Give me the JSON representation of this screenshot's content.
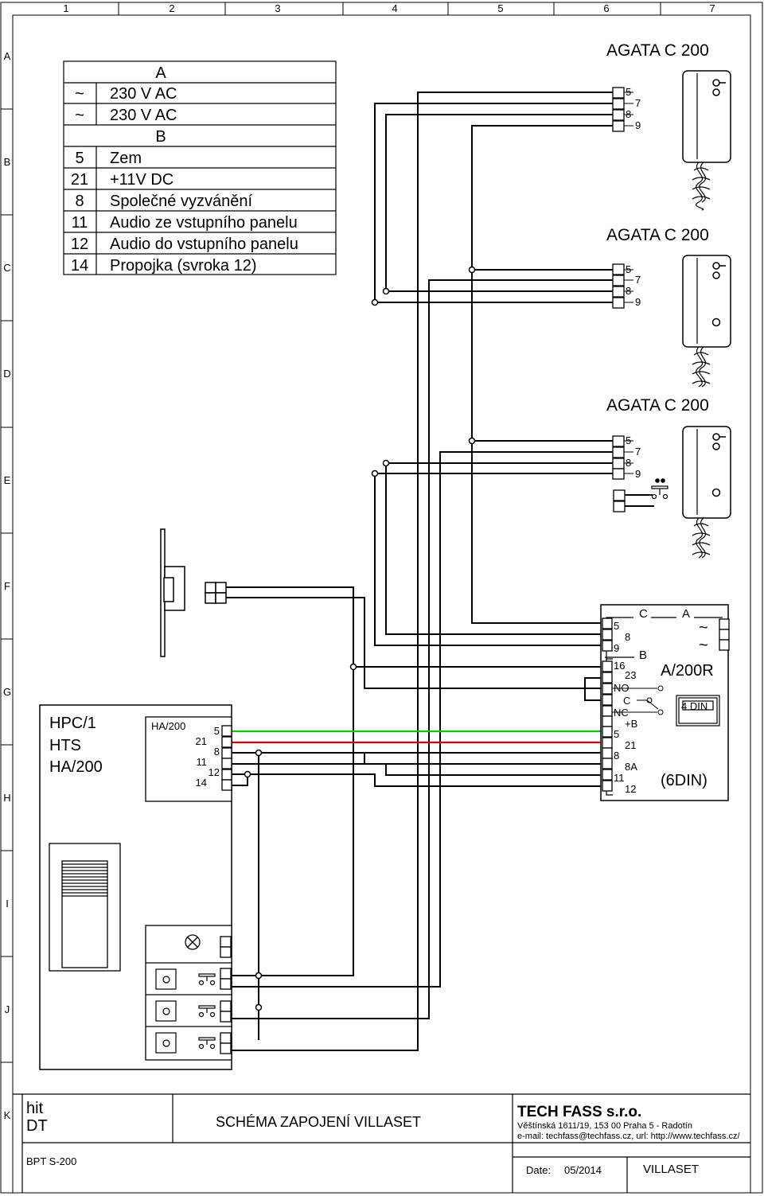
{
  "frame": {
    "columns": [
      "1",
      "2",
      "3",
      "4",
      "5",
      "6",
      "7"
    ],
    "rows": [
      "A",
      "B",
      "C",
      "D",
      "E",
      "F",
      "G",
      "H",
      "I",
      "J",
      "K"
    ]
  },
  "legend": {
    "section_a": "A",
    "section_b": "B",
    "rows_a": [
      {
        "term": "~",
        "desc": "230 V AC"
      },
      {
        "term": "~",
        "desc": "230 V AC"
      }
    ],
    "rows_b": [
      {
        "term": "5",
        "desc": "Zem"
      },
      {
        "term": "21",
        "desc": "+11V DC"
      },
      {
        "term": "8",
        "desc": "Společné vyzvánění"
      },
      {
        "term": "11",
        "desc": "Audio ze vstupního panelu"
      },
      {
        "term": "12",
        "desc": "Audio do vstupního panelu"
      },
      {
        "term": "14",
        "desc": "Propojka (svroka 12)"
      }
    ]
  },
  "phones": [
    {
      "title": "AGATA C 200",
      "terminals": [
        "5",
        "7",
        "8",
        "9"
      ]
    },
    {
      "title": "AGATA C 200",
      "terminals": [
        "5",
        "7",
        "8",
        "9"
      ]
    },
    {
      "title": "AGATA C 200",
      "terminals": [
        "5",
        "7",
        "8",
        "9"
      ]
    }
  ],
  "power_unit": {
    "name": "A/200R",
    "din": "4 DIN",
    "size": "(6DIN)",
    "group_c": "C",
    "group_a": "A",
    "group_b": "B",
    "ac_symbol": "~",
    "terminals_c": [
      "5",
      "8",
      "9"
    ],
    "terminals_b": [
      "16",
      "23",
      "NO",
      "C",
      "NC",
      "+B",
      "5",
      "21",
      "8",
      "8A",
      "11",
      "12"
    ]
  },
  "panel": {
    "name_lines": [
      "HPC/1",
      "HTS",
      "HA/200"
    ],
    "module": "HA/200",
    "terminals": [
      "5",
      "21",
      "8",
      "11",
      "12",
      "14"
    ]
  },
  "title_block": {
    "left_line1": "hit",
    "left_line2": "DT",
    "code": "BPT S-200",
    "title": "SCHÉMA ZAPOJENÍ VILLASET",
    "company": "TECH FASS s.r.o.",
    "address": "Věštínská 1611/19, 153 00 Praha 5 - Radotín",
    "contact": "e-mail: techfass@techfass.cz, url: http://www.techfass.cz/",
    "date_label": "Date:",
    "date_value": "05/2014",
    "project": "VILLASET"
  },
  "colors": {
    "wire": "#000000",
    "green_wire": "#00cc00",
    "red_wire": "#dd0000"
  }
}
